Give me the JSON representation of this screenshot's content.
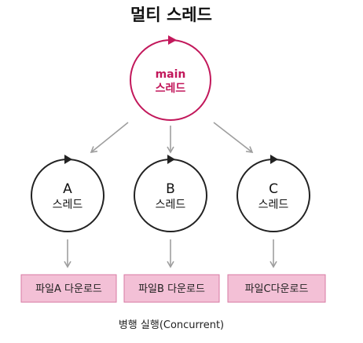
{
  "title": "멀티 스레드",
  "main_node": {
    "line1": "main",
    "line2": "스레드"
  },
  "threads": [
    {
      "letter": "A",
      "label": "스레드",
      "task": "파일A 다운로드"
    },
    {
      "letter": "B",
      "label": "스레드",
      "task": "파일B 다운로드"
    },
    {
      "letter": "C",
      "label": "스레드",
      "task": "파일C다운로드"
    }
  ],
  "caption": "병행 실행(Concurrent)",
  "colors": {
    "accent": "#c2185b",
    "circle_stroke": "#222222",
    "arrow": "#9e9e9e",
    "task_fill": "#f3c0d6",
    "task_stroke": "#d77aa3"
  }
}
